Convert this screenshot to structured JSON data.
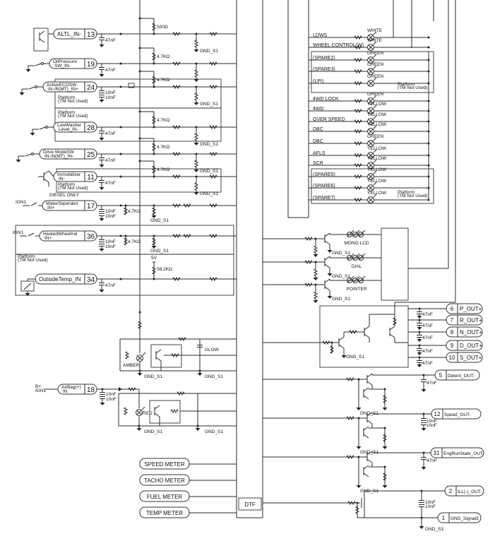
{
  "inputs": [
    {
      "label": [
        "ALTL_IN-"
      ],
      "pin": "13",
      "cap": [
        "47nF"
      ],
      "res": "500Ω",
      "gnd": "GND_S1"
    },
    {
      "label": [
        "OilPressure",
        "SW_IN-"
      ],
      "pin": "19",
      "cap": [
        "47nF"
      ],
      "res": "4.7KΩ"
    },
    {
      "label": [
        "ActiveECOSW",
        "IN-/R(MT)_IN+"
      ],
      "pin": "24",
      "cap": [
        "10nF",
        "10nF"
      ],
      "res": "4.7KΩ",
      "gnd": "GND_S1",
      "platform": [
        "Platform",
        "(TM Not Used)"
      ]
    },
    {
      "label": [
        "LowWasher",
        "Level_IN-"
      ],
      "pin": "28",
      "cap": [
        "47nF"
      ],
      "res": "4.7KΩ",
      "gnd": "GND_S1",
      "platform": [
        "Platform",
        "(TM Not Used)"
      ]
    },
    {
      "label": [
        "Drive ModeSW",
        "IN-/N(MT)_IN-"
      ],
      "pin": "25",
      "cap": [
        "47nF"
      ],
      "res": "4.7KΩ",
      "gnd": "GND_S1"
    },
    {
      "label": [
        "Immobilizer",
        "IN-"
      ],
      "pin": "11",
      "cap": [
        "47nF"
      ],
      "res": "4.7KΩ",
      "gnd": "GND_S1",
      "platform": [
        "Platform",
        "(TM Not Used)"
      ],
      "note": "DIESEL ONLY"
    },
    {
      "source": "IGN1",
      "label": [
        "WaterSeperator",
        "IN+"
      ],
      "pin": "17",
      "cap": [
        "10nF",
        "10nF"
      ],
      "res": "4.7KΩ",
      "gnd": "GND_S1"
    },
    {
      "source": "IGN1",
      "label": [
        "HeatedWheelInd",
        "IN+"
      ],
      "pin": "36",
      "cap": [
        "10nF",
        "10nF"
      ],
      "res": "4.7KΩ",
      "gnd": "GND_S1"
    },
    {
      "label": [
        "OutsideTemp_IN"
      ],
      "pin": "34",
      "cap": [
        "47nF"
      ],
      "res": "56.2KΩ",
      "supply": "5V",
      "platform": [
        "Platform",
        "(TM Not Used)"
      ]
    }
  ],
  "warning": {
    "amber": "AMBER",
    "glow": "GLOW",
    "red": "RED",
    "gnd": "GND_S1",
    "airbag": {
      "supply": [
        "B+",
        "IGN1"
      ],
      "label": [
        "AirBag(+)",
        "IN"
      ],
      "pin": "18",
      "cap": [
        "10nF",
        "10nF"
      ]
    }
  },
  "meters": [
    "SPEED METER",
    "TACHO METER",
    "FUEL METER",
    "TEMP METER"
  ],
  "dtf": "DTF",
  "indicators": [
    {
      "label": "LDWS",
      "color": "WHITE"
    },
    {
      "label": "WHEEL CONTROL(W)",
      "color": "WHITE"
    },
    {
      "label": "(SPARE2)",
      "color": "GREEN"
    },
    {
      "label": "(SPARE3)",
      "color": "GREEN"
    },
    {
      "label": "(LPI)",
      "color": "GREEN"
    },
    {
      "label": "4WD LOCK",
      "color": "GREEN"
    },
    {
      "label": "4WD",
      "color": "YELLOW"
    },
    {
      "label": "OVER SPEED",
      "color": "YELLOW"
    },
    {
      "label": "DBC",
      "color": "YELLOW"
    },
    {
      "label": "DBC",
      "color": "GREEN"
    },
    {
      "label": "AFLS",
      "color": "YELLOW"
    },
    {
      "label": "SCR",
      "color": "YELLOW"
    },
    {
      "label": "(SPARE5)",
      "color": "YELLOW"
    },
    {
      "label": "(SPARE6)",
      "color": "YELLOW"
    },
    {
      "label": "(SPARE7)",
      "color": "YELLOW"
    }
  ],
  "indicator_platform": [
    "Platform",
    "(TM Not Used)"
  ],
  "backlights": [
    "MONO LCD",
    "DIAL",
    "POINTER"
  ],
  "gnd_s1": "GND_S1",
  "gnd_s3": "GND_S3",
  "outputs_top": [
    {
      "pin": "6",
      "label": "P_OUT+",
      "cap": "47nF"
    },
    {
      "pin": "7",
      "label": "R_OUT+",
      "cap": "47nF"
    },
    {
      "pin": "8",
      "label": "N_OUT+",
      "cap": "47nF"
    },
    {
      "pin": "9",
      "label": "D_OUT+",
      "cap": "47nF"
    },
    {
      "pin": "10",
      "label": "S_OUT+",
      "cap": "47nF"
    }
  ],
  "outputs_bottom": [
    {
      "pin": "5",
      "label": "Detent_OUT-",
      "cap": [
        "47nF"
      ]
    },
    {
      "pin": "12",
      "label": "Speed_OUT-",
      "cap": [
        "10nF",
        "10nF"
      ]
    },
    {
      "pin": "31",
      "label": "EngRunState_OUT-",
      "cap": [
        "47nF"
      ]
    },
    {
      "pin": "2",
      "label": "ILL(-)_OUT-",
      "cap": [
        "10nF",
        "10nF"
      ]
    },
    {
      "pin": "1",
      "label": "GND_Signal3"
    }
  ]
}
